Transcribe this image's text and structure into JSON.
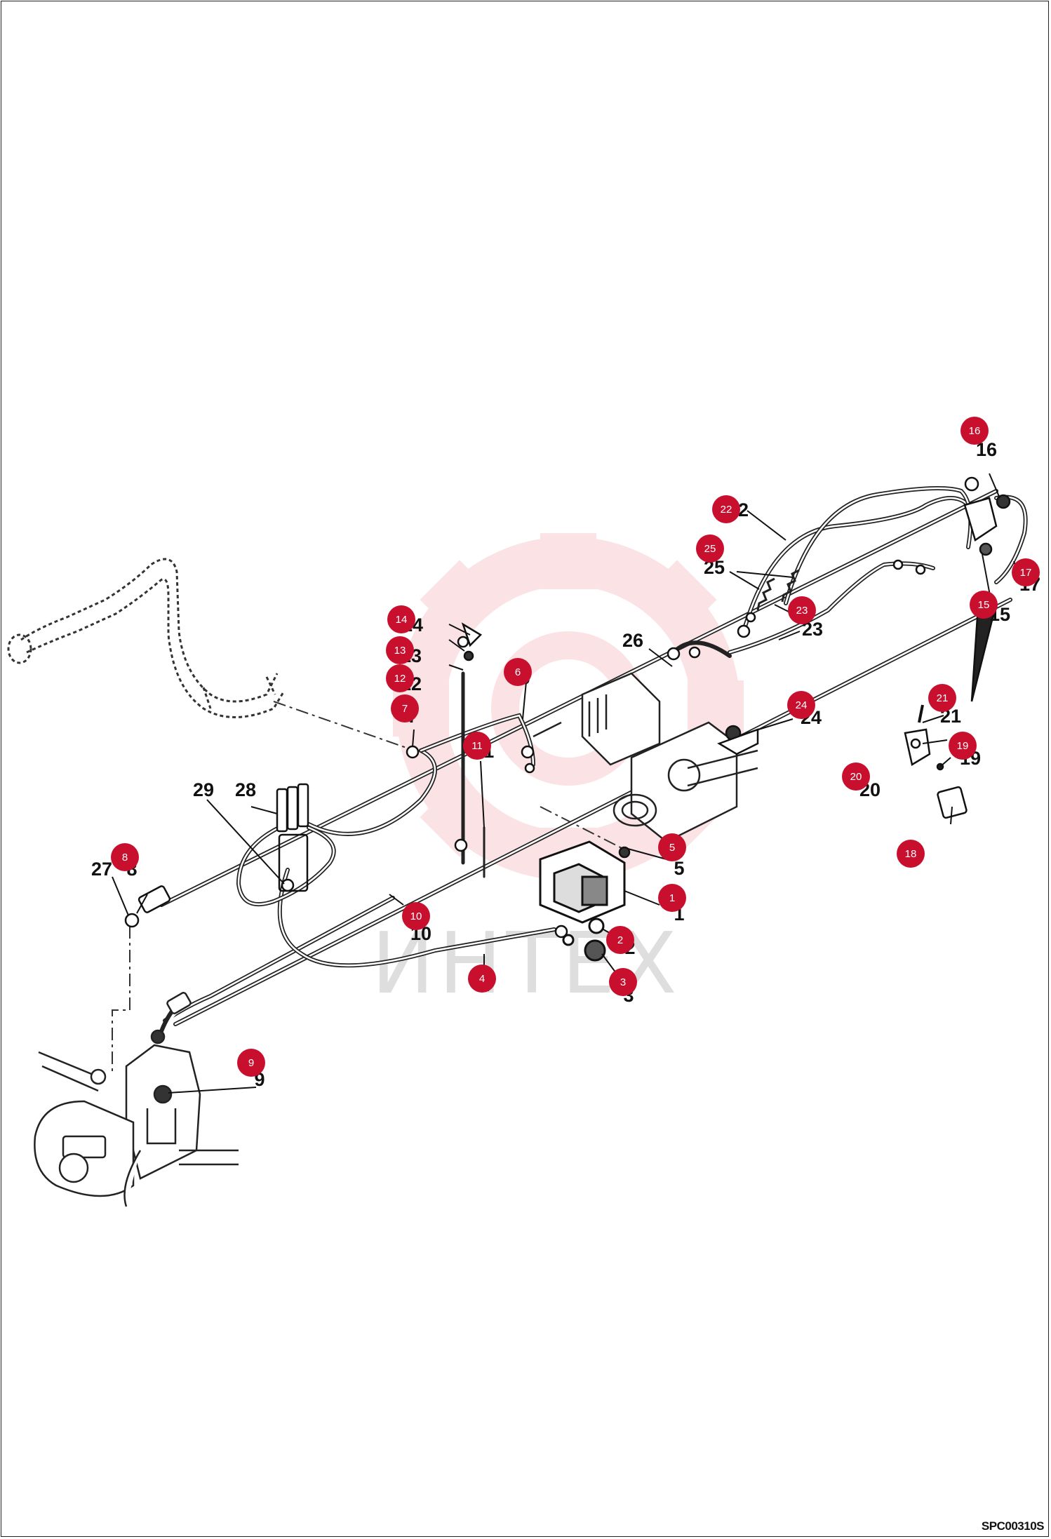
{
  "drawing_code": "SPC00310S",
  "watermark": {
    "text": "ИНТЕХ",
    "color": "#e8323c",
    "text_color": "#d9d9d9"
  },
  "callout_color": "#c8102e",
  "callouts": [
    {
      "id": "1",
      "printed": "1"
    },
    {
      "id": "2",
      "printed": "2"
    },
    {
      "id": "3",
      "printed": "3"
    },
    {
      "id": "4",
      "printed": "4"
    },
    {
      "id": "5",
      "printed": "5"
    },
    {
      "id": "6",
      "printed": "6"
    },
    {
      "id": "7",
      "printed": "7"
    },
    {
      "id": "8",
      "printed": "8"
    },
    {
      "id": "9",
      "printed": "9"
    },
    {
      "id": "10",
      "printed": "10"
    },
    {
      "id": "11",
      "printed": "11"
    },
    {
      "id": "12",
      "printed": "12"
    },
    {
      "id": "13",
      "printed": "13"
    },
    {
      "id": "14",
      "printed": "14"
    },
    {
      "id": "15",
      "printed": "15"
    },
    {
      "id": "16",
      "printed": "16"
    },
    {
      "id": "17",
      "printed": "17"
    },
    {
      "id": "18",
      "printed": ""
    },
    {
      "id": "19",
      "printed": "19"
    },
    {
      "id": "20",
      "printed": "20"
    },
    {
      "id": "21",
      "printed": "21"
    },
    {
      "id": "22",
      "printed": "22"
    },
    {
      "id": "23",
      "printed": "23"
    },
    {
      "id": "24",
      "printed": "24"
    },
    {
      "id": "25",
      "printed": "25"
    },
    {
      "id": "26",
      "printed": "26"
    },
    {
      "id": "27",
      "printed": "27"
    },
    {
      "id": "28",
      "printed": "28"
    },
    {
      "id": "29",
      "printed": "29"
    }
  ]
}
